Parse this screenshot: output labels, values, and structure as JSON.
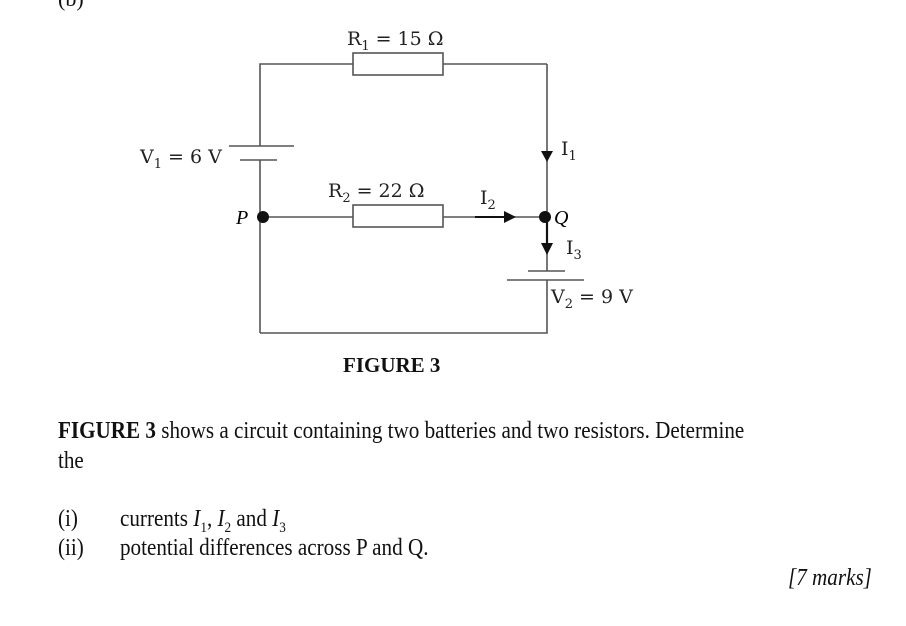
{
  "part_label": "(b)",
  "figure": {
    "caption": "FIGURE 3",
    "R1": {
      "symbol": "R",
      "sub": "1",
      "value": "= 15 Ω"
    },
    "R2": {
      "symbol": "R",
      "sub": "2",
      "value": "= 22 Ω"
    },
    "V1": {
      "symbol": "V",
      "sub": "1",
      "value": "= 6 V"
    },
    "V2": {
      "symbol": "V",
      "sub": "2",
      "value": "= 9 V"
    },
    "I1": {
      "symbol": "I",
      "sub": "1"
    },
    "I2": {
      "symbol": "I",
      "sub": "2"
    },
    "I3": {
      "symbol": "I",
      "sub": "3"
    },
    "node_p": "P",
    "node_q": "Q"
  },
  "question": {
    "lead_bold": "FIGURE 3",
    "lead_rest": " shows a circuit containing two batteries and two resistors. Determine",
    "lead_line2": "the",
    "items": [
      {
        "num": "(i)",
        "text": "currents ",
        "currents": [
          "I",
          "1",
          ", ",
          "I",
          "2",
          " and ",
          "I",
          "3"
        ]
      },
      {
        "num": "(ii)",
        "text": "potential differences across P and Q."
      }
    ],
    "marks": "[7 marks]"
  }
}
